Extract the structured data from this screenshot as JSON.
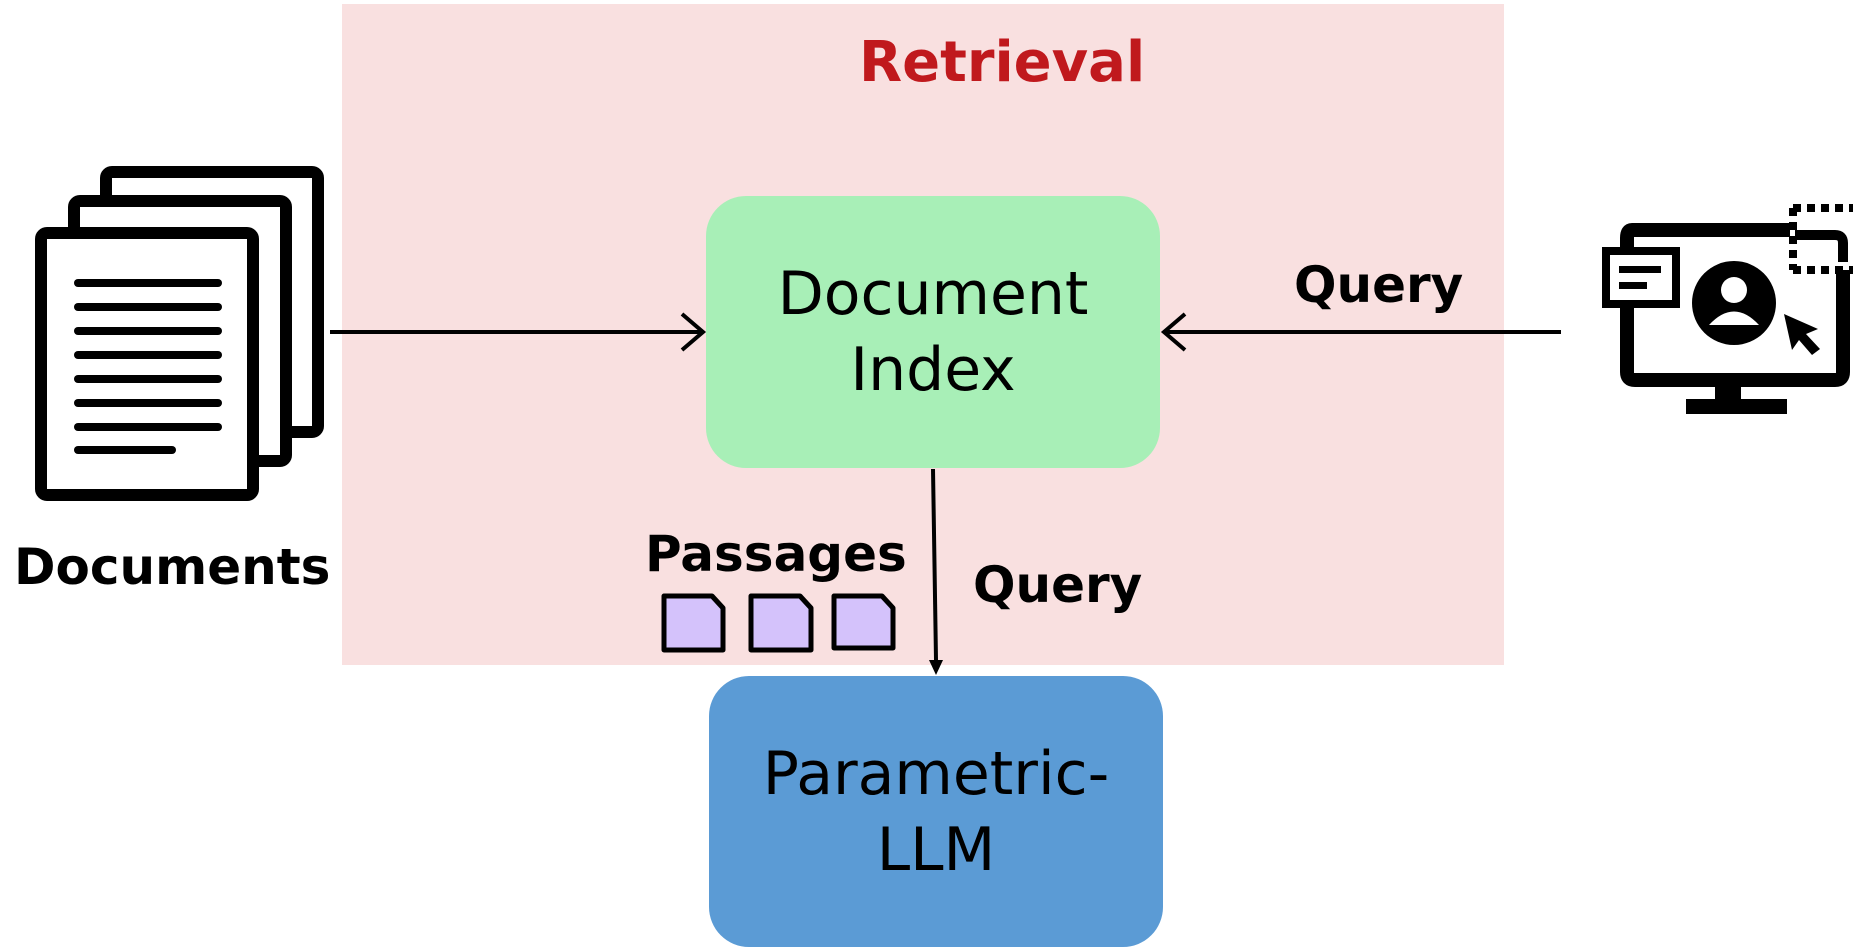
{
  "region": {
    "title": "Retrieval",
    "fill": "#f9e0e0",
    "title_color": "#c0191d"
  },
  "nodes": {
    "document_index": {
      "line1": "Document",
      "line2": "Index",
      "fill": "#a8efb7"
    },
    "parametric_llm": {
      "line1": "Parametric-",
      "line2": "LLM",
      "fill": "#5b9bd5"
    }
  },
  "labels": {
    "documents": "Documents",
    "query_user": "Query",
    "query_llm": "Query",
    "passages": "Passages"
  },
  "icons": {
    "documents": "document-stack-icon",
    "user": "computer-user-icon",
    "passage": "passage-icon"
  },
  "colors": {
    "passage_fill": "#d4c2fb",
    "stroke": "#000000"
  }
}
